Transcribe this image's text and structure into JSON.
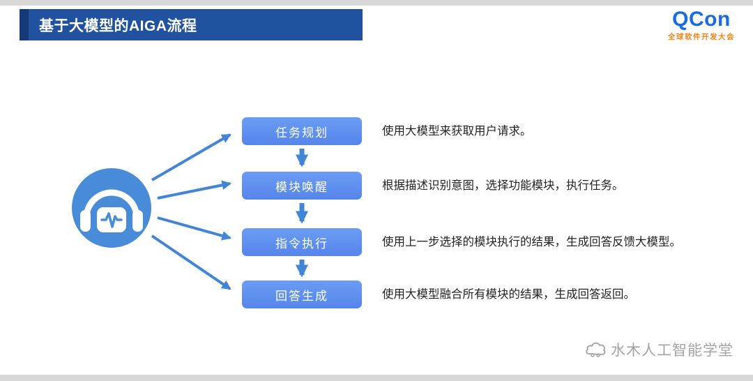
{
  "header": {
    "title": "基于大模型的AIGA流程"
  },
  "logo": {
    "wordmark": "QCon",
    "subtitle": "全球软件开发大会"
  },
  "flow": {
    "steps": [
      {
        "label": "任务规划",
        "desc": "使用大模型来获取用户请求。"
      },
      {
        "label": "模块唤醒",
        "desc": "根据描述识别意图，选择功能模块，执行任务。"
      },
      {
        "label": "指令执行",
        "desc": "使用上一步选择的模块执行的结果，生成回答反馈大模型。"
      },
      {
        "label": "回答生成",
        "desc": "使用大模型融合所有模块的结果，生成回答返回。"
      }
    ]
  },
  "watermark": {
    "text": "水木人工智能学堂"
  },
  "colors": {
    "header_bar": "#21529f",
    "header_accent": "#153a75",
    "step_box_blue": "#5b8ff0",
    "arrow_blue": "#4285d6",
    "circle_icon_blue": "#478bd9",
    "logo_blue": "#1a6be0",
    "logo_orange": "#f0861a",
    "watermark_gray": "#a3a3a3"
  }
}
